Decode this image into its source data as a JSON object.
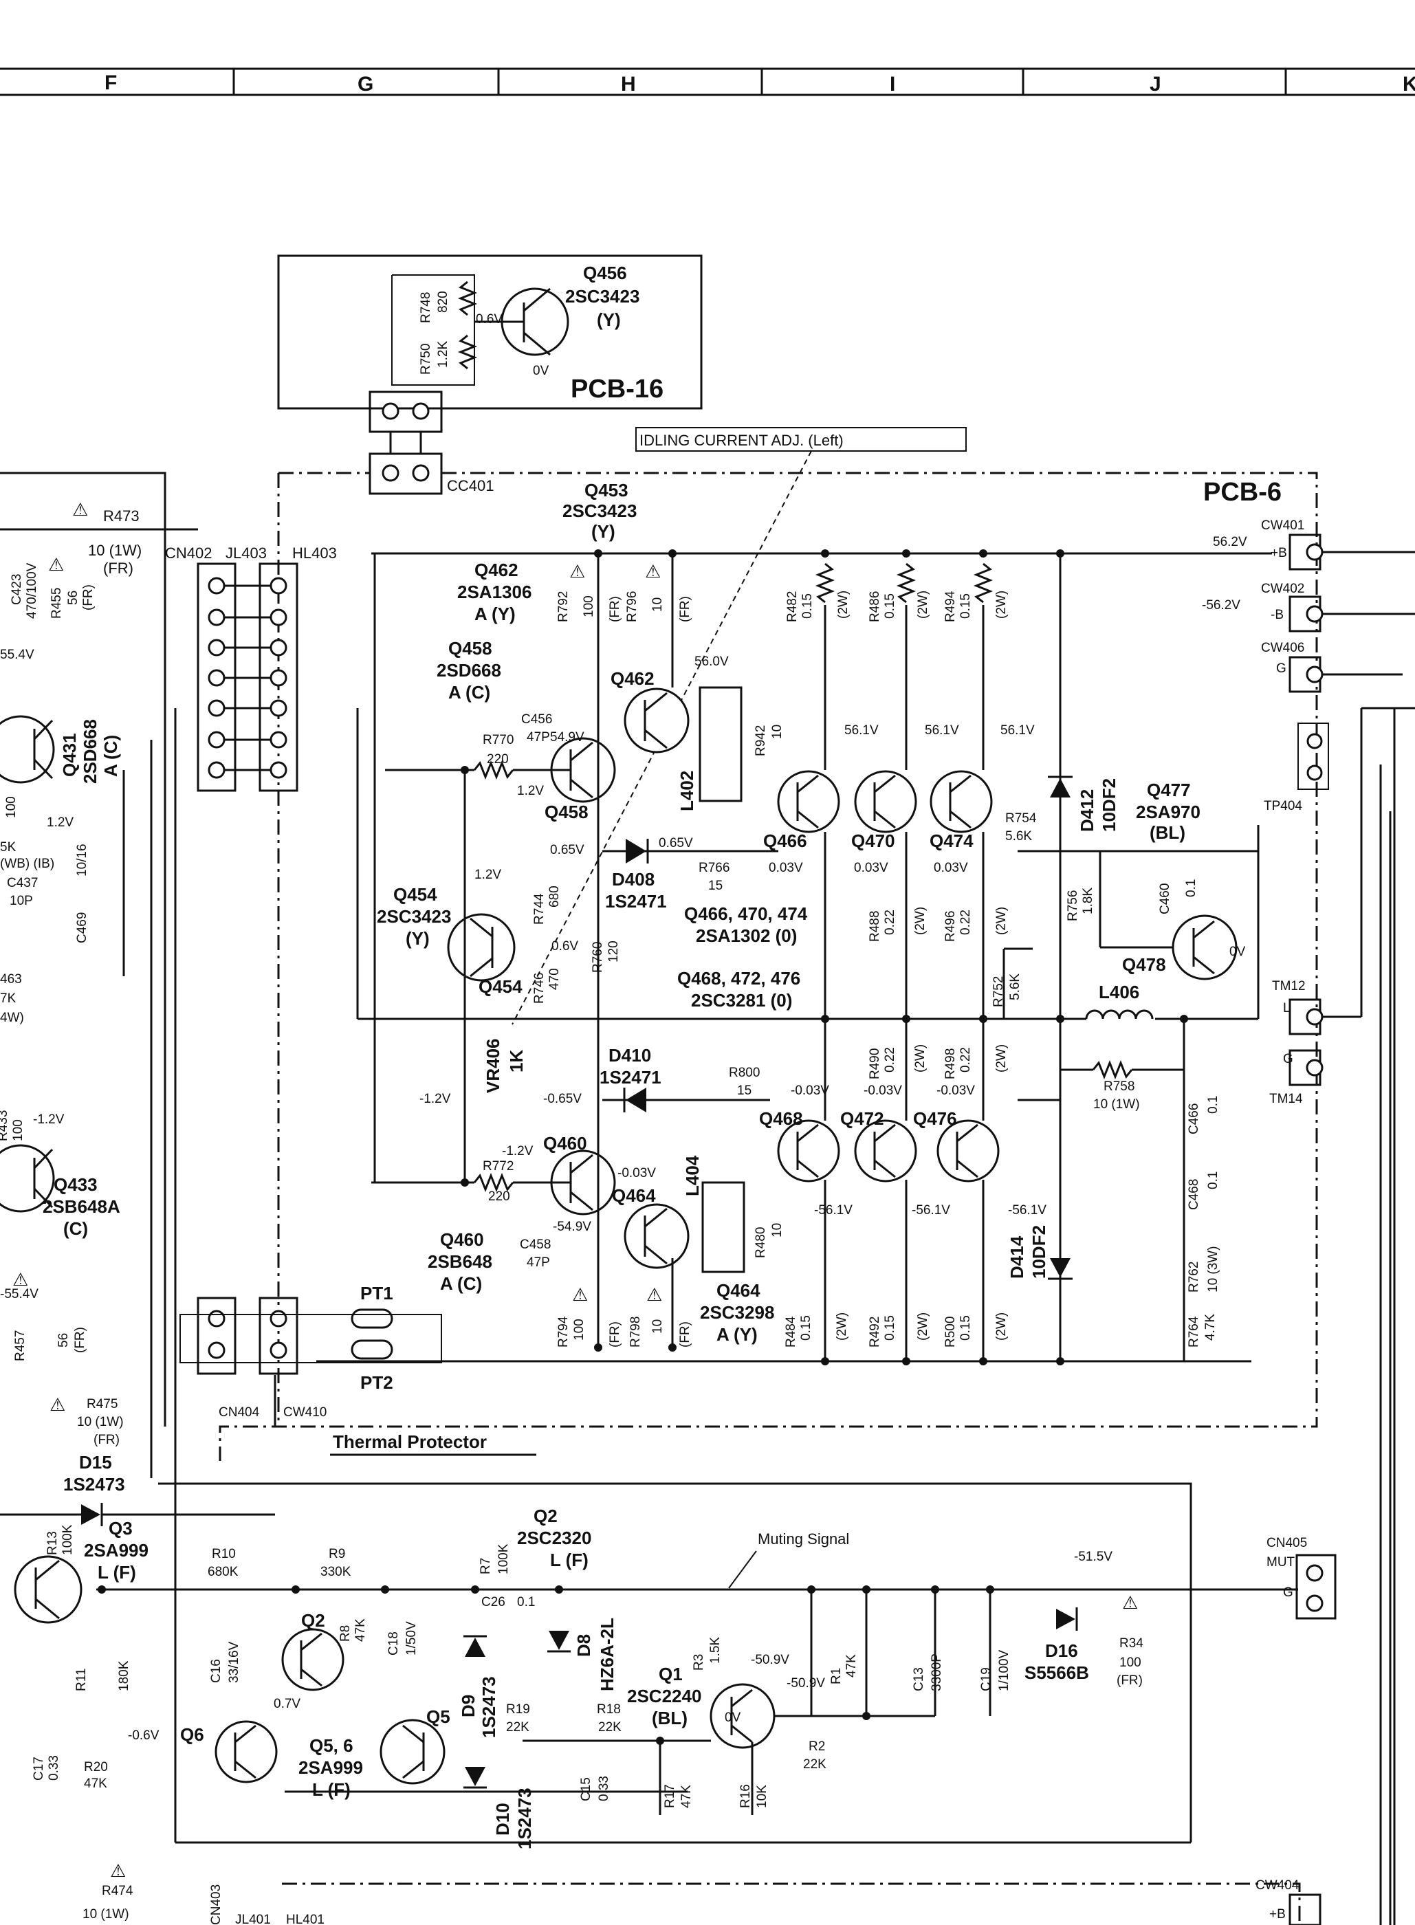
{
  "columns": [
    "F",
    "G",
    "H",
    "I",
    "J",
    "K"
  ],
  "blocks": {
    "pcb16": "PCB-16",
    "pcb6": "PCB-6",
    "idling_note": "IDLING CURRENT ADJ. (Left)",
    "thermal": "Thermal Protector",
    "muting": "Muting Signal"
  },
  "connectors": {
    "cc401": "CC401",
    "cn402": "CN402",
    "jl403": "JL403",
    "hl403": "HL403",
    "cn404": "CN404",
    "cw410": "CW410",
    "cw401": "CW401",
    "cw401_pin": "+B",
    "cw402": "CW402",
    "cw402_pin": "-B",
    "cw406": "CW406",
    "cw406_pin": "G",
    "tp404": "TP404",
    "tm12": "TM12",
    "tm12_pin": "L",
    "tm14": "TM14",
    "tm14_pin": "G",
    "cn405": "CN405",
    "cn405_pin1": "MUT",
    "cn405_pin2": "G",
    "cw404": "CW404",
    "cw404_pin": "+B",
    "cn403": "CN403",
    "jl401": "JL401",
    "hl401": "HL401"
  },
  "transistors": {
    "q456": [
      "Q456",
      "2SC3423",
      "(Y)"
    ],
    "q453": [
      "Q453",
      "2SC3423",
      "(Y)"
    ],
    "q462a": [
      "Q462",
      "2SA1306",
      "A (Y)"
    ],
    "q458a": [
      "Q458",
      "2SD668",
      "A (C)"
    ],
    "q462": "Q462",
    "q458": "Q458",
    "q454": [
      "Q454",
      "2SC3423",
      "(Y)"
    ],
    "q454b": "Q454",
    "q466": "Q466",
    "q470": "Q470",
    "q474": "Q474",
    "q466grp": [
      "Q466, 470, 474",
      "2SA1302 (0)"
    ],
    "q468grp": [
      "Q468, 472, 476",
      "2SC3281 (0)"
    ],
    "q477": [
      "Q477",
      "2SA970",
      "(BL)"
    ],
    "q478": "Q478",
    "q468": "Q468",
    "q472": "Q472",
    "q476": "Q476",
    "q460": "Q460",
    "q464": "Q464",
    "q460a": [
      "Q460",
      "2SB648",
      "A (C)"
    ],
    "q464a": [
      "Q464",
      "2SC3298",
      "A (Y)"
    ],
    "q431": [
      "Q431",
      "2SD668",
      "A (C)"
    ],
    "q433": [
      "Q433",
      "2SB648A",
      "(C)"
    ],
    "q3": [
      "Q3",
      "2SA999",
      "L (F)"
    ],
    "q2": "Q2",
    "q2a": [
      "Q2",
      "2SC2320",
      "L (F)"
    ],
    "q5": "Q5",
    "q56": [
      "Q5, 6",
      "2SA999",
      "L (F)"
    ],
    "q6": "Q6",
    "q1": [
      "Q1",
      "2SC2240",
      "(BL)"
    ]
  },
  "diodes": {
    "d408": [
      "D408",
      "1S2471"
    ],
    "d410": [
      "D410",
      "1S2471"
    ],
    "d412": [
      "D412",
      "10DF2"
    ],
    "d414": [
      "D414",
      "10DF2"
    ],
    "d15": [
      "D15",
      "1S2473"
    ],
    "d16": [
      "D16",
      "S5566B"
    ],
    "d8": [
      "D8",
      "HZ6A-2L"
    ],
    "d9": [
      "D9",
      "1S2473"
    ],
    "d10": [
      "D10",
      "1S2473"
    ]
  },
  "resistors": {
    "r748": [
      "R748",
      "820"
    ],
    "r750": [
      "R750",
      "1.2K"
    ],
    "r473": [
      "R473",
      "10 (1W)",
      "(FR)"
    ],
    "r455": [
      "R455",
      "56",
      "(FR)"
    ],
    "r792": [
      "R792",
      "100",
      "(FR)"
    ],
    "r796": [
      "R796",
      "10",
      "(FR)"
    ],
    "r482": [
      "R482",
      "0.15",
      "(2W)"
    ],
    "r486": [
      "R486",
      "0.15",
      "(2W)"
    ],
    "r494": [
      "R494",
      "0.15",
      "(2W)"
    ],
    "r770": [
      "R770",
      "220"
    ],
    "r942": [
      "R942",
      "10"
    ],
    "r754": [
      "R754",
      "5.6K"
    ],
    "r766": [
      "R766",
      "15"
    ],
    "r744": [
      "R744",
      "680"
    ],
    "r760": [
      "R760",
      "120"
    ],
    "r746": [
      "R746",
      "470"
    ],
    "r488": [
      "R488",
      "0.22",
      "(2W)"
    ],
    "r496": [
      "R496",
      "0.22",
      "(2W)"
    ],
    "r756": [
      "R756",
      "1.8K"
    ],
    "r752": [
      "R752",
      "5.6K"
    ],
    "vr406": [
      "VR406",
      "1K"
    ],
    "r490": [
      "R490",
      "0.22",
      "(2W)"
    ],
    "r498": [
      "R498",
      "0.22",
      "(2W)"
    ],
    "r800": [
      "R800",
      "15"
    ],
    "r758": [
      "R758",
      "10 (1W)"
    ],
    "r772": [
      "R772",
      "220"
    ],
    "r480": [
      "R480",
      "10"
    ],
    "r762": [
      "R762",
      "10 (3W)"
    ],
    "r794": [
      "R794",
      "100",
      "(FR)"
    ],
    "r798": [
      "R798",
      "10",
      "(FR)"
    ],
    "r484": [
      "R484",
      "0.15",
      "(2W)"
    ],
    "r492": [
      "R492",
      "0.15",
      "(2W)"
    ],
    "r500": [
      "R500",
      "0.15",
      "(2W)"
    ],
    "r764": [
      "R764",
      "4.7K"
    ],
    "r457": [
      "R457",
      "56",
      "(FR)"
    ],
    "r475": [
      "R475",
      "10 (1W)",
      "(FR)"
    ],
    "r463": [
      "463",
      "7K",
      "4W)"
    ],
    "r433": [
      "R433",
      "100"
    ],
    "r13": [
      "R13",
      "100K"
    ],
    "r10": [
      "R10",
      "680K"
    ],
    "r9": [
      "R9",
      "330K"
    ],
    "r8": [
      "R8",
      "47K"
    ],
    "r7": [
      "R7",
      "100K"
    ],
    "r11": [
      "R11",
      "180K"
    ],
    "r3": [
      "R3",
      "1.5K"
    ],
    "r1": [
      "R1",
      "47K"
    ],
    "r2": [
      "R2",
      "22K"
    ],
    "r34": [
      "R34",
      "100",
      "(FR)"
    ],
    "r19": [
      "R19",
      "22K"
    ],
    "r18": [
      "R18",
      "22K"
    ],
    "r17": [
      "R17",
      "47K"
    ],
    "r16": [
      "R16",
      "10K"
    ],
    "r20": [
      "R20",
      "47K"
    ],
    "r474": [
      "R474",
      "10 (1W)"
    ]
  },
  "capacitors": {
    "c423": [
      "C423",
      "470/100V"
    ],
    "c456": [
      "C456",
      "47P"
    ],
    "c437": [
      "C437",
      "10P"
    ],
    "c469": [
      "C469",
      "10/16"
    ],
    "c460": [
      "C460",
      "0.1"
    ],
    "c466": [
      "C466",
      "0.1"
    ],
    "c468": [
      "C468",
      "0.1"
    ],
    "c458": [
      "C458",
      "47P"
    ],
    "c16": [
      "C16",
      "33/16V"
    ],
    "c18": [
      "C18",
      "1/50V"
    ],
    "c26": [
      "C26",
      "0.1"
    ],
    "c13": [
      "C13",
      "3300P"
    ],
    "c19": [
      "C19",
      "1/100V"
    ],
    "c15": [
      "C15",
      "0.33"
    ],
    "c17": [
      "C17",
      "0.33"
    ]
  },
  "coils": {
    "l402": "L402",
    "l404": "L404",
    "l406": "L406",
    "pt1": "PT1",
    "pt2": "PT2"
  },
  "voltages": {
    "v_q456b": "0.6V",
    "v_q456e": "0V",
    "v_pb": "56.2V",
    "v_nb": "-56.2V",
    "v_q462": "56.0V",
    "v_q458": "54.9V",
    "v_q458b": "1.2V",
    "v_561a": "56.1V",
    "v_561b": "56.1V",
    "v_561c": "56.1V",
    "v_065": "0.65V",
    "v_d408": "0.65V",
    "v_r766": "0.03V",
    "v_q470e": "0.03V",
    "v_q474e": "0.03V",
    "v_q454": "1.2V",
    "v_q454e": "0.6V",
    "v_q478": "0V",
    "v_m12": "-1.2V",
    "v_m065": "-0.65V",
    "v_r800": "-0.03V",
    "v_q472e": "-0.03V",
    "v_q476e": "-0.03V",
    "v_q460b": "-1.2V",
    "v_q460c": "-0.03V",
    "v_q460e": "-54.9V",
    "v_q468n": "-56.1V",
    "v_q472n": "-56.1V",
    "v_q476n": "-56.1V",
    "v_q431b": "1.2V",
    "v_q431": "55.4V",
    "v_q433": "-55.4V",
    "v_q433b": "-1.2V",
    "v_mute": "-51.5V",
    "v_q1c": "-50.9V",
    "v_q1n": "-50.9V",
    "v_q1e": "0V",
    "v_q2e": "0.7V",
    "v_q6": "-0.6V",
    "v_r435": "5K",
    "v_wb": "(WB) (IB)"
  }
}
